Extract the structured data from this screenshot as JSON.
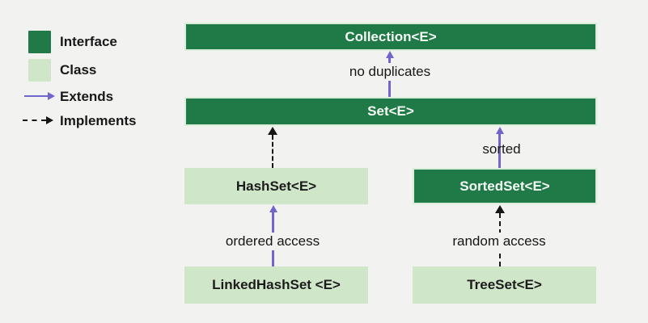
{
  "palette": {
    "background": "#f2f2f1",
    "interface_color": "#1f7a47",
    "class_color": "#cfe7c8",
    "extends_color": "#7165cc",
    "implements_color": "#161616",
    "text_dark": "#181818",
    "text_on_interface": "#f5faf5"
  },
  "legend": {
    "items": [
      {
        "label": "Interface",
        "swatch": "interface-square"
      },
      {
        "label": "Class",
        "swatch": "class-square"
      },
      {
        "label": "Extends",
        "swatch": "extends-arrow"
      },
      {
        "label": "Implements",
        "swatch": "implements-arrow"
      }
    ]
  },
  "diagram": {
    "nodes": [
      {
        "id": "collection",
        "label": "Collection<E>",
        "kind": "interface"
      },
      {
        "id": "set",
        "label": "Set<E>",
        "kind": "interface"
      },
      {
        "id": "hashset",
        "label": "HashSet<E>",
        "kind": "class"
      },
      {
        "id": "sortedset",
        "label": "SortedSet<E>",
        "kind": "interface"
      },
      {
        "id": "linkedhashset",
        "label": "LinkedHashSet <E>",
        "kind": "class"
      },
      {
        "id": "treeset",
        "label": "TreeSet<E>",
        "kind": "class"
      }
    ],
    "edges": [
      {
        "from": "set",
        "to": "collection",
        "type": "extends",
        "label": "no duplicates"
      },
      {
        "from": "hashset",
        "to": "set",
        "type": "implements",
        "label": ""
      },
      {
        "from": "sortedset",
        "to": "set",
        "type": "extends",
        "label": "sorted"
      },
      {
        "from": "linkedhashset",
        "to": "hashset",
        "type": "extends",
        "label": "ordered access"
      },
      {
        "from": "treeset",
        "to": "sortedset",
        "type": "implements",
        "label": "random access"
      }
    ]
  }
}
